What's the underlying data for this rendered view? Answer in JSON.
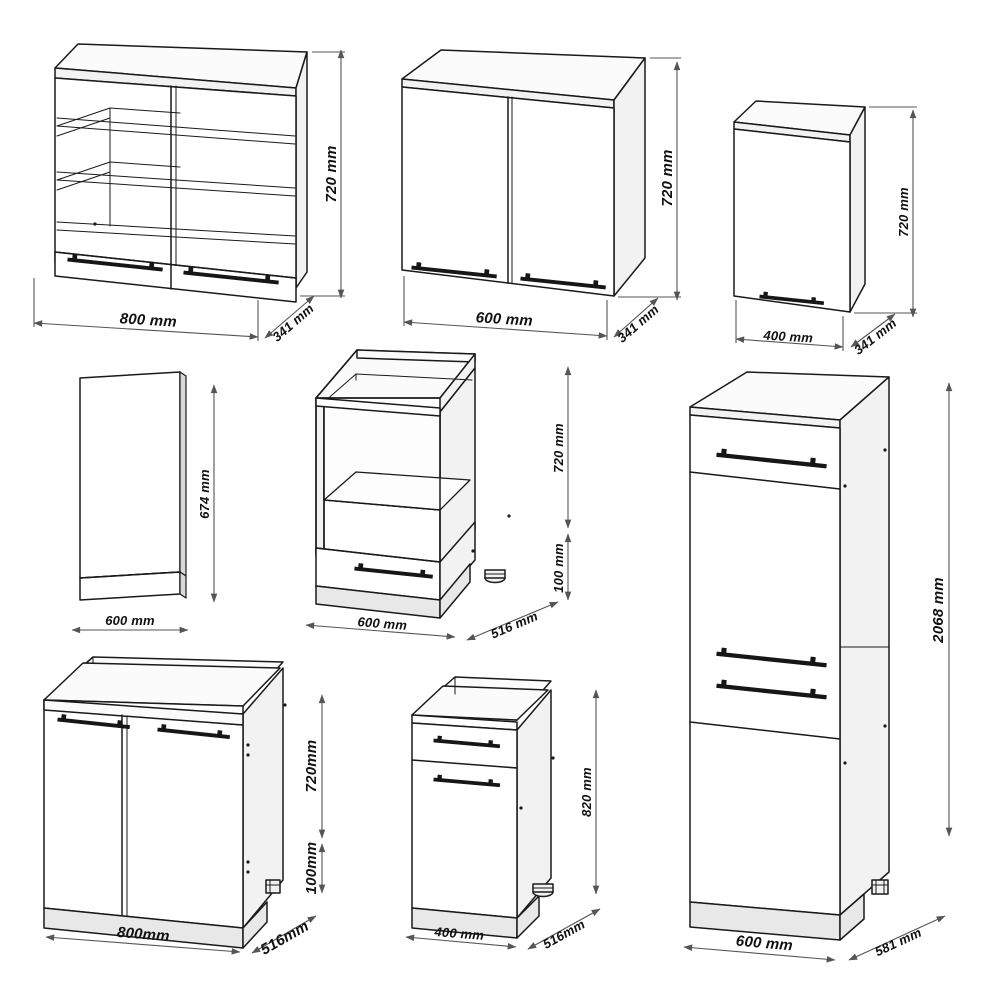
{
  "sheet": {
    "title": "Kitchen cabinet dimension drawing sheet",
    "units": "mm",
    "background_color": "#ffffff",
    "line_color": "#1a1a1a",
    "handle_color": "#161616"
  },
  "cabinets": [
    {
      "id": "wall-glass-800",
      "name": "Glass-front wall cabinet, 2 doors",
      "position": "top-left",
      "shelves": 3,
      "doors": 2,
      "dimensions": {
        "width": "800 mm",
        "height": "720 mm",
        "depth": "341 mm"
      }
    },
    {
      "id": "wall-600",
      "name": "Wall cabinet, 2 doors",
      "position": "top-center",
      "doors": 2,
      "dimensions": {
        "width": "600 mm",
        "height": "720 mm",
        "depth": "341 mm"
      }
    },
    {
      "id": "wall-400",
      "name": "Wall cabinet, 1 door",
      "position": "top-right",
      "doors": 1,
      "dimensions": {
        "width": "400 mm",
        "height": "720 mm",
        "depth": "341 mm"
      }
    },
    {
      "id": "dishwasher-front-600",
      "name": "Dishwasher front panel with plinth strip",
      "position": "middle-left",
      "dimensions": {
        "width": "600 mm",
        "height": "674 mm"
      }
    },
    {
      "id": "oven-housing-600",
      "name": "Oven housing base cabinet with drawer",
      "position": "middle-center",
      "drawers": 1,
      "dimensions": {
        "width": "600 mm",
        "height": "720 mm",
        "plinth_height": "100 mm",
        "depth": "516 mm"
      }
    },
    {
      "id": "tall-600",
      "name": "Tall larder cabinet, drawer and 2 doors",
      "position": "right",
      "drawers": 1,
      "doors": 2,
      "dimensions": {
        "width": "600 mm",
        "height": "2068 mm",
        "depth": "581 mm"
      }
    },
    {
      "id": "sink-base-800",
      "name": "Sink base cabinet, 2 doors, no worktop",
      "position": "bottom-left",
      "doors": 2,
      "dimensions": {
        "width": "800mm",
        "height": "720mm",
        "plinth_height": "100mm",
        "depth": "516mm"
      }
    },
    {
      "id": "base-400",
      "name": "Base cabinet, 1 drawer and 1 door",
      "position": "bottom-center",
      "drawers": 1,
      "doors": 1,
      "dimensions": {
        "width": "400 mm",
        "height": "820 mm",
        "depth": "516mm"
      }
    }
  ],
  "labels": {
    "c1_w": "800 mm",
    "c1_h": "720 mm",
    "c1_d": "341 mm",
    "c2_w": "600 mm",
    "c2_h": "720 mm",
    "c2_d": "341 mm",
    "c3_w": "400 mm",
    "c3_h": "720 mm",
    "c3_d": "341 mm",
    "c4_w": "600 mm",
    "c4_h": "674 mm",
    "c5_w": "600 mm",
    "c5_h": "720 mm",
    "c5_p": "100 mm",
    "c5_d": "516 mm",
    "c6_w": "600 mm",
    "c6_h": "2068 mm",
    "c6_d": "581 mm",
    "c7_w": "800mm",
    "c7_h": "720mm",
    "c7_p": "100mm",
    "c7_d": "516mm",
    "c8_w": "400 mm",
    "c8_h": "820 mm",
    "c8_d": "516mm"
  }
}
